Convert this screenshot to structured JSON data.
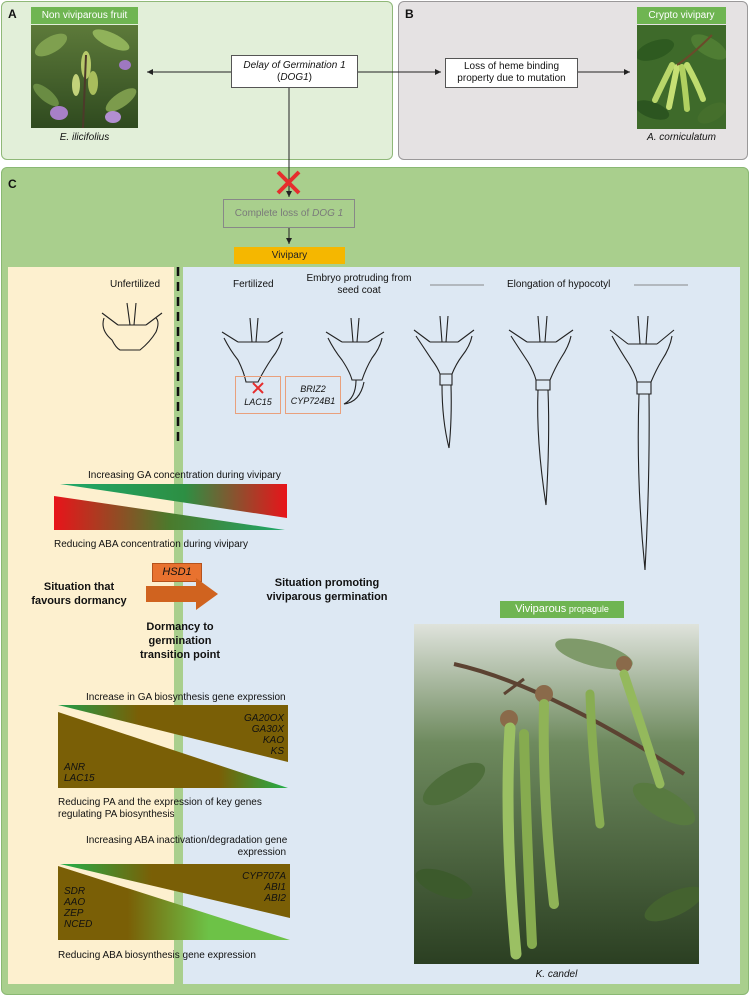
{
  "panel_a": {
    "letter": "A",
    "label": "Non viviparous fruit",
    "species": "E. ilicifolius"
  },
  "panel_b": {
    "letter": "B",
    "label": "Crypto vivipary",
    "species": "A. corniculatum",
    "loss_box_line1": "Loss of heme binding",
    "loss_box_line2": "property due to mutation"
  },
  "dog1_box": {
    "line1": "Delay of Germination 1",
    "line2_open": "(",
    "line2_gene": "DOG1",
    "line2_close": ")"
  },
  "panel_c": {
    "letter": "C",
    "complete_loss_prefix": "Complete loss of ",
    "complete_loss_gene": "DOG 1",
    "vivipary_label": "Vivipary",
    "stage_unfertilized": "Unfertilized",
    "stage_fertilized": "Fertilized",
    "stage_embryo_line1": "Embryo protruding from",
    "stage_embryo_line2": "seed coat",
    "stage_elongation": "Elongation of hypocotyl",
    "lac15_box": "LAC15",
    "briz_line1": "BRIZ2",
    "briz_line2": "CYP724B1",
    "ga_increase": "Increasing GA concentration during vivipary",
    "aba_reduce": "Reducing ABA concentration during vivipary",
    "hsd1": "HSD1",
    "dormancy_line1": "Situation that",
    "dormancy_line2": "favours dormancy",
    "promoting_line1": "Situation promoting",
    "promoting_line2": "viviparous germination",
    "transition_line1": "Dormancy to",
    "transition_line2": "germination",
    "transition_line3": "transition point",
    "viviparous_label": "Viviparous",
    "propagule_label": " propagule",
    "species": "K. candel",
    "ga_bio_title": "Increase in GA biosynthesis gene expression",
    "ga_bio_genes": [
      "GA20OX",
      "GA30X",
      "KAO",
      "KS"
    ],
    "pa_genes": [
      "ANR",
      "LAC15"
    ],
    "pa_title_line1": "Reducing PA and the expression of key genes",
    "pa_title_line2": "regulating PA biosynthesis",
    "aba_inact_line1": "Increasing ABA inactivation/degradation gene",
    "aba_inact_line2": "expression",
    "aba_inact_genes": [
      "CYP707A",
      "ABI1",
      "ABI2"
    ],
    "aba_bio_genes": [
      "SDR",
      "AAO",
      "ZEP",
      "NCED"
    ],
    "aba_bio_title": "Reducing ABA biosynthesis gene expression"
  },
  "colors": {
    "panel_a_bg": "#e2efd9",
    "panel_b_bg": "#e5e2e3",
    "panel_c_bg": "#a9cf8d",
    "left_region": "#fdf0cf",
    "right_region": "#dde8f3",
    "label_green": "#6fb552",
    "vivipary_orange": "#f5b700",
    "hsd1_orange": "#e8722f",
    "cross_red": "#e62d2d",
    "olive": "#7a5f06"
  }
}
